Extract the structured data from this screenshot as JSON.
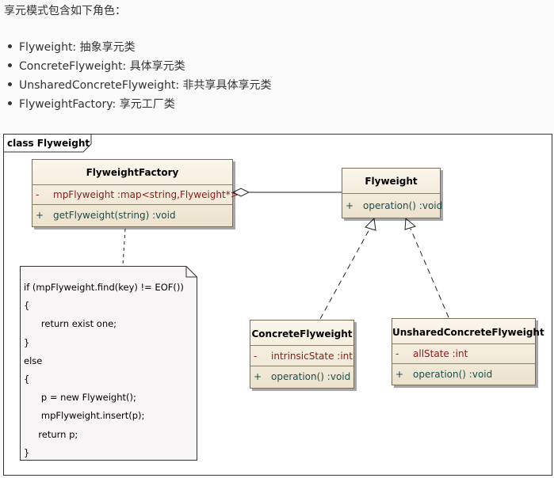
{
  "intro": "享元模式包含如下角色：",
  "roles": [
    "Flyweight: 抽象享元类",
    "ConcreteFlyweight: 具体享元类",
    "UnsharedConcreteFlyweight: 非共享具体享元类",
    "FlyweightFactory: 享元工厂类"
  ],
  "diagram": {
    "frame_title": "class Flyweight",
    "classes": {
      "factory": {
        "name": "FlyweightFactory",
        "attr": {
          "vis": "-",
          "text": "mpFlyweight  :map<string,Flyweight*>"
        },
        "op": {
          "vis": "+",
          "text": "getFlyweight(string)  :void"
        }
      },
      "flyweight": {
        "name": "Flyweight",
        "op": {
          "vis": "+",
          "text": "operation()  :void"
        }
      },
      "concrete": {
        "name": "ConcreteFlyweight",
        "attr": {
          "vis": "-",
          "text": "intrinsicState  :int"
        },
        "op": {
          "vis": "+",
          "text": "operation()  :void"
        }
      },
      "unshared": {
        "name": "UnsharedConcreteFlyweight",
        "attr": {
          "vis": "-",
          "text": "allState  :int"
        },
        "op": {
          "vis": "+",
          "text": "operation()  :void"
        }
      }
    },
    "note_lines": [
      "if (mpFlyweight.find(key) != EOF())",
      "{",
      "      return exist one;",
      "}",
      "else",
      "{",
      "      p = new Flyweight();",
      "      mpFlyweight.insert(p);",
      "     return p;",
      "}"
    ]
  }
}
